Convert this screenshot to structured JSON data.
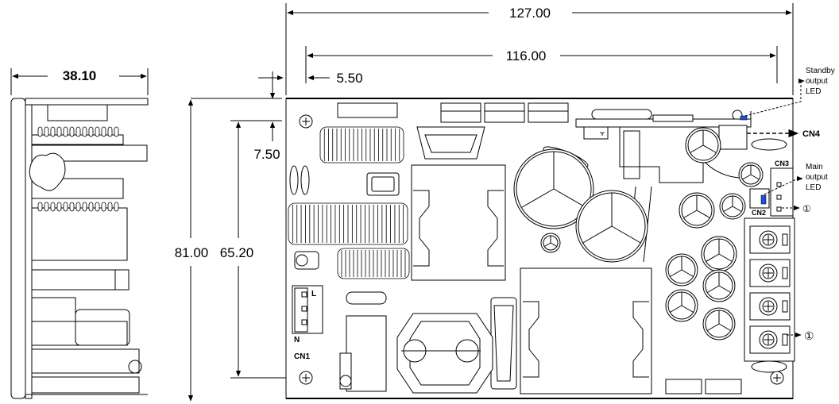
{
  "dimensions": {
    "overall_width": "127.00",
    "hole_spacing_x": "116.00",
    "hole_offset_x": "5.50",
    "hole_offset_y": "7.50",
    "overall_height": "81.00",
    "hole_spacing_y": "65.20",
    "side_depth": "38.10"
  },
  "callouts": {
    "standby_led": [
      "Standby",
      "output",
      "LED"
    ],
    "main_led": [
      "Main",
      "output",
      "LED"
    ],
    "cn4": "CN4",
    "cn3": "CN3",
    "cn2": "CN2",
    "cn1": "CN1",
    "line": "L",
    "neutral": "N",
    "ground_marker": "①",
    "ground_marker_2": "①"
  },
  "colors": {
    "line": "#000000",
    "led": "#1f4fd6"
  }
}
